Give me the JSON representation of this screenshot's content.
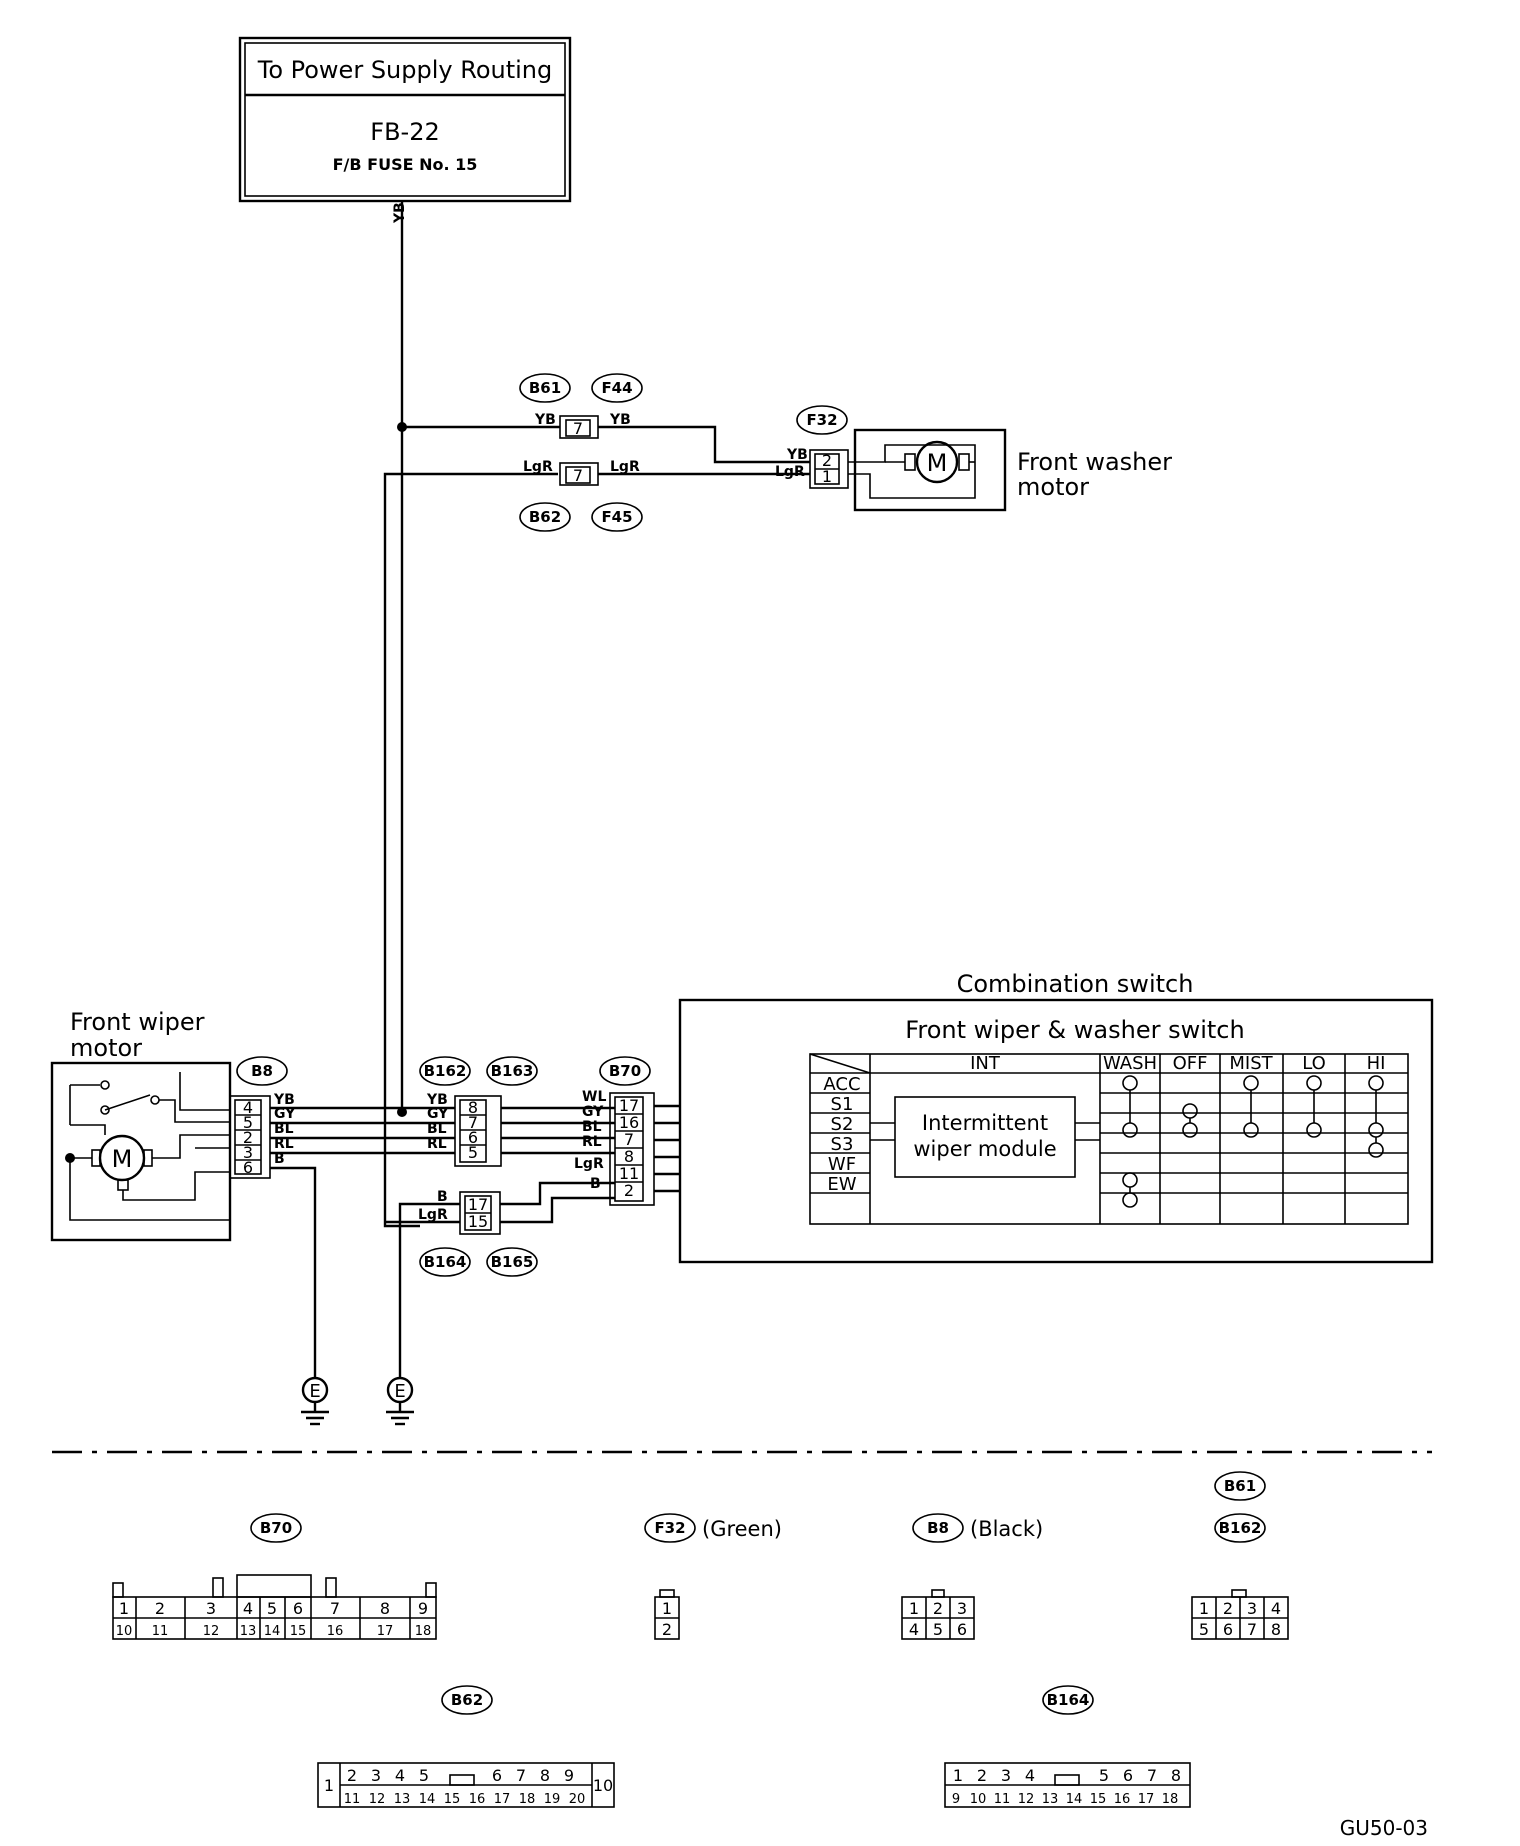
{
  "power_box": {
    "title": "To Power Supply Routing",
    "ref": "FB-22",
    "fuse": "F/B FUSE No. 15"
  },
  "wires": {
    "yb": "YB",
    "lgr": "LgR",
    "gy": "GY",
    "bl": "BL",
    "rl": "RL",
    "b": "B",
    "wl": "WL"
  },
  "connectors": {
    "b61": "B61",
    "f44": "F44",
    "b62": "B62",
    "f45": "F45",
    "f32": "F32",
    "b8": "B8",
    "b162": "B162",
    "b163": "B163",
    "b70": "B70",
    "b164": "B164",
    "b165": "B165"
  },
  "washer_motor": {
    "label_line1": "Front washer",
    "label_line2": "motor",
    "pins": [
      "2",
      "1"
    ]
  },
  "wiper_motor": {
    "label_line1": "Front wiper",
    "label_line2": "motor",
    "pins": [
      "4",
      "5",
      "2",
      "3",
      "6"
    ]
  },
  "junction_pins": {
    "b61_f44": "7",
    "b62_f45": "7",
    "b162_b163": [
      "8",
      "7",
      "6",
      "5"
    ],
    "b164_b165": [
      "17",
      "15"
    ],
    "b70": [
      "17",
      "16",
      "7",
      "8",
      "11",
      "2"
    ]
  },
  "combination_switch": {
    "title": "Combination switch",
    "subtitle": "Front wiper & washer switch",
    "rows": [
      "ACC",
      "S1",
      "S2",
      "S3",
      "WF",
      "EW"
    ],
    "cols": [
      "INT",
      "WASH",
      "OFF",
      "MIST",
      "LO",
      "HI"
    ],
    "module_line1": "Intermittent",
    "module_line2": "wiper module"
  },
  "ground": "E",
  "connector_views": {
    "b70_pins_top": [
      "1",
      "2",
      "3",
      "4",
      "5",
      "6",
      "7",
      "8",
      "9"
    ],
    "b70_pins_bottom": [
      "10",
      "11",
      "12",
      "13",
      "14",
      "15",
      "16",
      "17",
      "18"
    ],
    "f32_note": "(Green)",
    "f32_pins": [
      "1",
      "2"
    ],
    "b8_note": "(Black)",
    "b8_pins_top": [
      "1",
      "2",
      "3"
    ],
    "b8_pins_bottom": [
      "4",
      "5",
      "6"
    ],
    "b61_b162_pins_top": [
      "1",
      "2",
      "3",
      "4"
    ],
    "b61_b162_pins_bottom": [
      "5",
      "6",
      "7",
      "8"
    ],
    "b62_pins_top": [
      "2",
      "3",
      "4",
      "5",
      "6",
      "7",
      "8",
      "9"
    ],
    "b62_pins_bottom": [
      "11",
      "12",
      "13",
      "14",
      "15",
      "16",
      "17",
      "18",
      "19",
      "20"
    ],
    "b62_side": [
      "1",
      "10"
    ],
    "b164_pins_top": [
      "1",
      "2",
      "3",
      "4",
      "5",
      "6",
      "7",
      "8"
    ],
    "b164_pins_bottom": [
      "9",
      "10",
      "11",
      "12",
      "13",
      "14",
      "15",
      "16",
      "17",
      "18"
    ]
  },
  "figure_code": "GU50-03"
}
